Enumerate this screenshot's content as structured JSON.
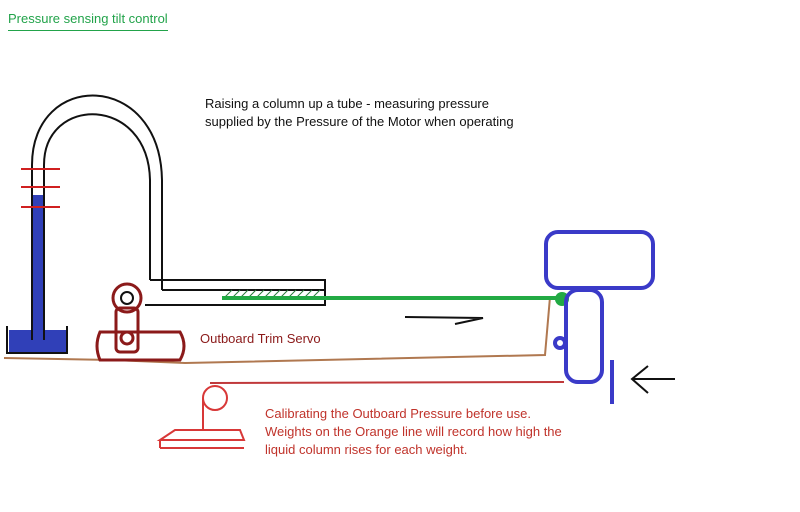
{
  "title": "Pressure sensing tilt control",
  "description": [
    "Raising a column up a tube - measuring pressure",
    "supplied by the Pressure of the Motor  when operating"
  ],
  "servo_label": "Outboard Trim Servo",
  "calibration": [
    "Calibrating the Outboard Pressure before use.",
    "Weights on the Orange line will record how high the",
    "liquid column rises for each weight."
  ],
  "colors": {
    "tube": "#111111",
    "liquid": "#3040b8",
    "markers": "#d02020",
    "servo": "#8b1a1a",
    "rod": "#22aa44",
    "motor": "#3a3ac8",
    "calibration_line": "#b07850",
    "weight": "#d83838"
  }
}
